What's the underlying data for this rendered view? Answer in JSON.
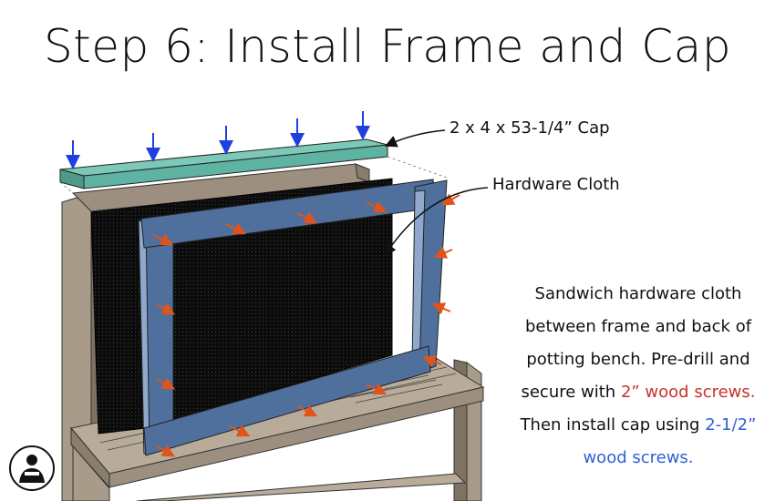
{
  "title": "Step 6: Install Frame and Cap",
  "labels": {
    "cap": "2 x 4 x 53-1/4” Cap",
    "hardware_cloth": "Hardware Cloth"
  },
  "instructions": {
    "part1": "Sandwich hardware cloth between frame and back of potting bench. Pre-drill and secure with ",
    "screw1": "2” wood screws.",
    "part2": " Then install cap using ",
    "screw2": "2-1/2” wood screws."
  },
  "colors": {
    "cap": "#5fb3a3",
    "frame": "#4f709c",
    "wood": "#9c8f7f",
    "cloth": "#0e0e0e",
    "arrow_blue": "#1f3fe0",
    "arrow_orange": "#e0531a",
    "screw_red": "#c8322a",
    "screw_blue": "#2f5fd6"
  },
  "icons": [
    "down-arrow-icon",
    "screw-arrow-icon",
    "logo-icon"
  ]
}
